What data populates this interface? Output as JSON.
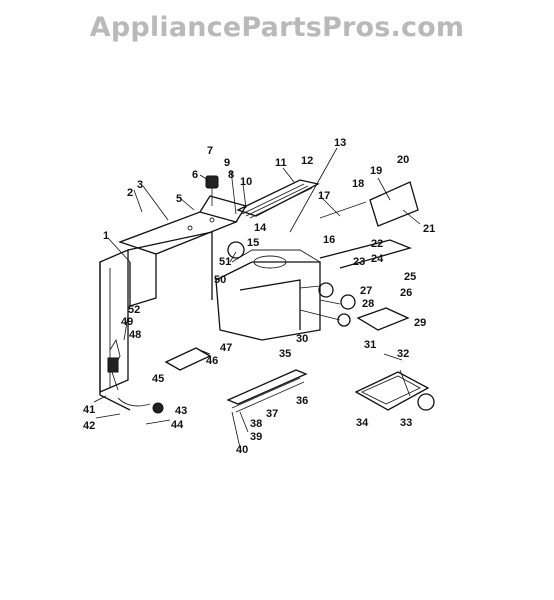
{
  "watermark": "AppliancePartsPros.com",
  "callouts": [
    "1",
    "2",
    "3",
    "5",
    "6",
    "7",
    "8",
    "9",
    "10",
    "11",
    "12",
    "13",
    "14",
    "15",
    "16",
    "17",
    "18",
    "19",
    "20",
    "21",
    "22",
    "23",
    "24",
    "25",
    "26",
    "27",
    "28",
    "29",
    "30",
    "31",
    "32",
    "33",
    "34",
    "35",
    "36",
    "37",
    "38",
    "39",
    "40",
    "41",
    "42",
    "43",
    "44",
    "45",
    "46",
    "47",
    "48",
    "49",
    "50",
    "51",
    "52"
  ]
}
